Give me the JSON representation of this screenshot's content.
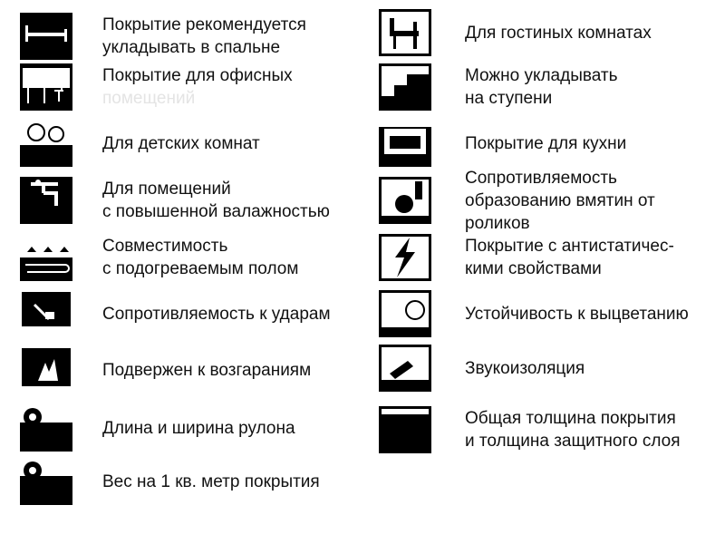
{
  "left": [
    {
      "icon": "bed-icon",
      "lines": [
        "Покрытие рекомендуется",
        "укладывать в спальне"
      ]
    },
    {
      "icon": "office-desk-icon",
      "lines": [
        "Покрытие для офисных",
        "помещений"
      ]
    },
    {
      "icon": "toy-bear-icon",
      "lines": [
        "Для детских комнат"
      ]
    },
    {
      "icon": "water-tap-icon",
      "lines": [
        "Для помещений",
        "с повышенной валажностью"
      ]
    },
    {
      "icon": "floor-heating-icon",
      "lines": [
        "Совместимость",
        "с подогреваемым полом"
      ]
    },
    {
      "icon": "hammer-icon",
      "lines": [
        "Сопротивляемость к ударам"
      ]
    },
    {
      "icon": "fire-icon",
      "lines": [
        "Подвержен к возгараниям"
      ]
    },
    {
      "icon": "roll-icon",
      "lines": [
        "Длина и ширина рулона"
      ]
    },
    {
      "icon": "roll-weight-icon",
      "lines": [
        "Вес на 1 кв. метр покрытия"
      ]
    }
  ],
  "right": [
    {
      "icon": "armchair-icon",
      "lines": [
        "Для гостиных комнатах"
      ]
    },
    {
      "icon": "stairs-icon",
      "lines": [
        "Можно укладывать",
        "на ступени"
      ]
    },
    {
      "icon": "stove-icon",
      "lines": [
        "Покрытие для кухни"
      ]
    },
    {
      "icon": "caster-wheel-icon",
      "lines": [
        "Сопротивляемость",
        "образованию вмятин от",
        "роликов"
      ]
    },
    {
      "icon": "antistatic-icon",
      "lines": [
        "Покрытие с антистатичес-",
        "кими свойствами"
      ]
    },
    {
      "icon": "sun-icon",
      "lines": [
        "Устойчивость к выцветанию"
      ]
    },
    {
      "icon": "sound-icon",
      "lines": [
        "Звукоизоляция"
      ]
    },
    {
      "icon": "thickness-icon",
      "lines": [
        "Общая толщина покрытия",
        "и толщина защитного слоя"
      ]
    }
  ]
}
